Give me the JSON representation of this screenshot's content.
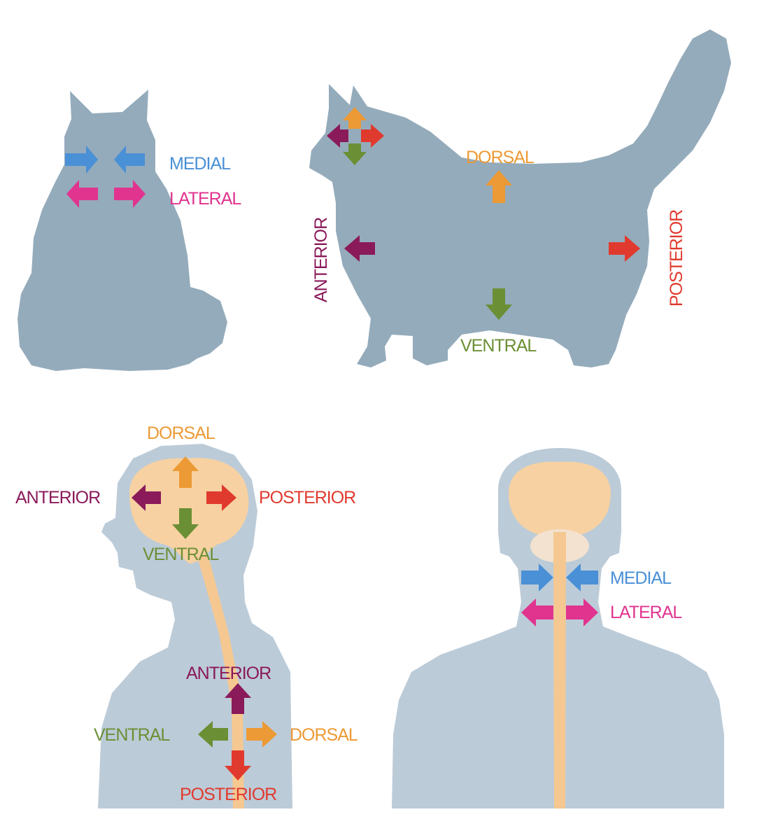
{
  "colors": {
    "cat": "#94abbb",
    "human": "#bccbd8",
    "brain": "#f7d1a1",
    "cord": "#f5c891",
    "medial": "#4a90d6",
    "lateral": "#e0348f",
    "anterior": "#8a1a5a",
    "posterior": "#e03a2e",
    "dorsal": "#ec9a35",
    "ventral": "#6b8f35"
  },
  "cat_front": {
    "medial": "MEDIAL",
    "lateral": "LATERAL"
  },
  "cat_side": {
    "dorsal": "DORSAL",
    "ventral": "VENTRAL",
    "anterior": "ANTERIOR",
    "posterior": "POSTERIOR"
  },
  "human_side": {
    "dorsal": "DORSAL",
    "ventral": "VENTRAL",
    "anterior": "ANTERIOR",
    "posterior": "POSTERIOR",
    "spine_anterior": "ANTERIOR",
    "spine_posterior": "POSTERIOR",
    "spine_ventral": "VENTRAL",
    "spine_dorsal": "DORSAL"
  },
  "human_front": {
    "medial": "MEDIAL",
    "lateral": "LATERAL"
  }
}
